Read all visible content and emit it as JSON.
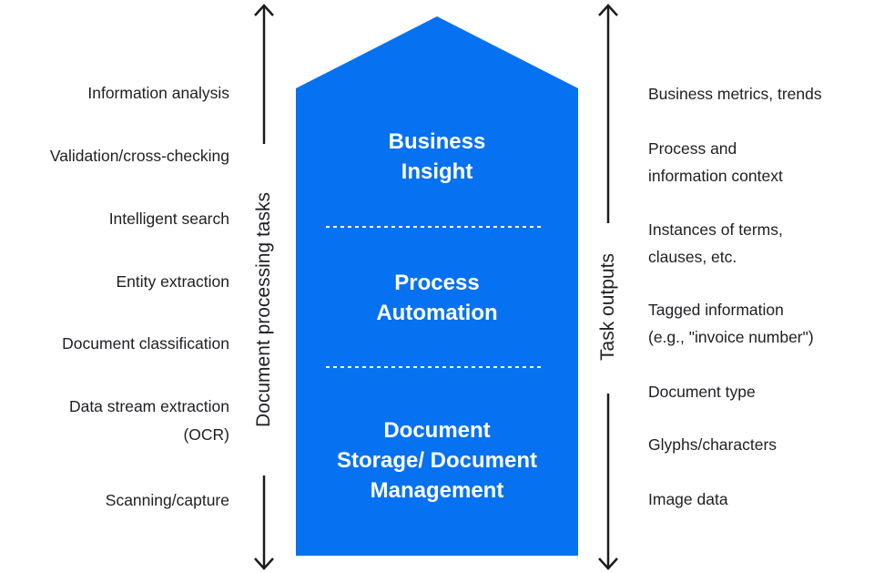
{
  "colors": {
    "pyramid_fill": "#0671F1",
    "divider": "#FFFFFF",
    "axis_stroke": "#1C1C1E",
    "text": "#1D1F23"
  },
  "left_axis": {
    "label": "Document processing tasks"
  },
  "right_axis": {
    "label": "Task outputs"
  },
  "left_tasks": {
    "items": [
      "Information analysis",
      "Validation/cross-checking",
      "Intelligent search",
      "Entity extraction",
      "Document classification",
      "Data stream extraction\n(OCR)",
      "Scanning/capture"
    ]
  },
  "pyramid": {
    "sections": [
      "Business\nInsight",
      "Process\nAutomation",
      "Document\nStorage/ Document\nManagement"
    ]
  },
  "right_outputs": {
    "items": [
      "Business metrics, trends",
      "Process and\ninformation context",
      "Instances of terms,\nclauses, etc.",
      "Tagged information\n(e.g., \"invoice number\")",
      "Document type",
      "Glyphs/characters",
      "Image data"
    ]
  }
}
